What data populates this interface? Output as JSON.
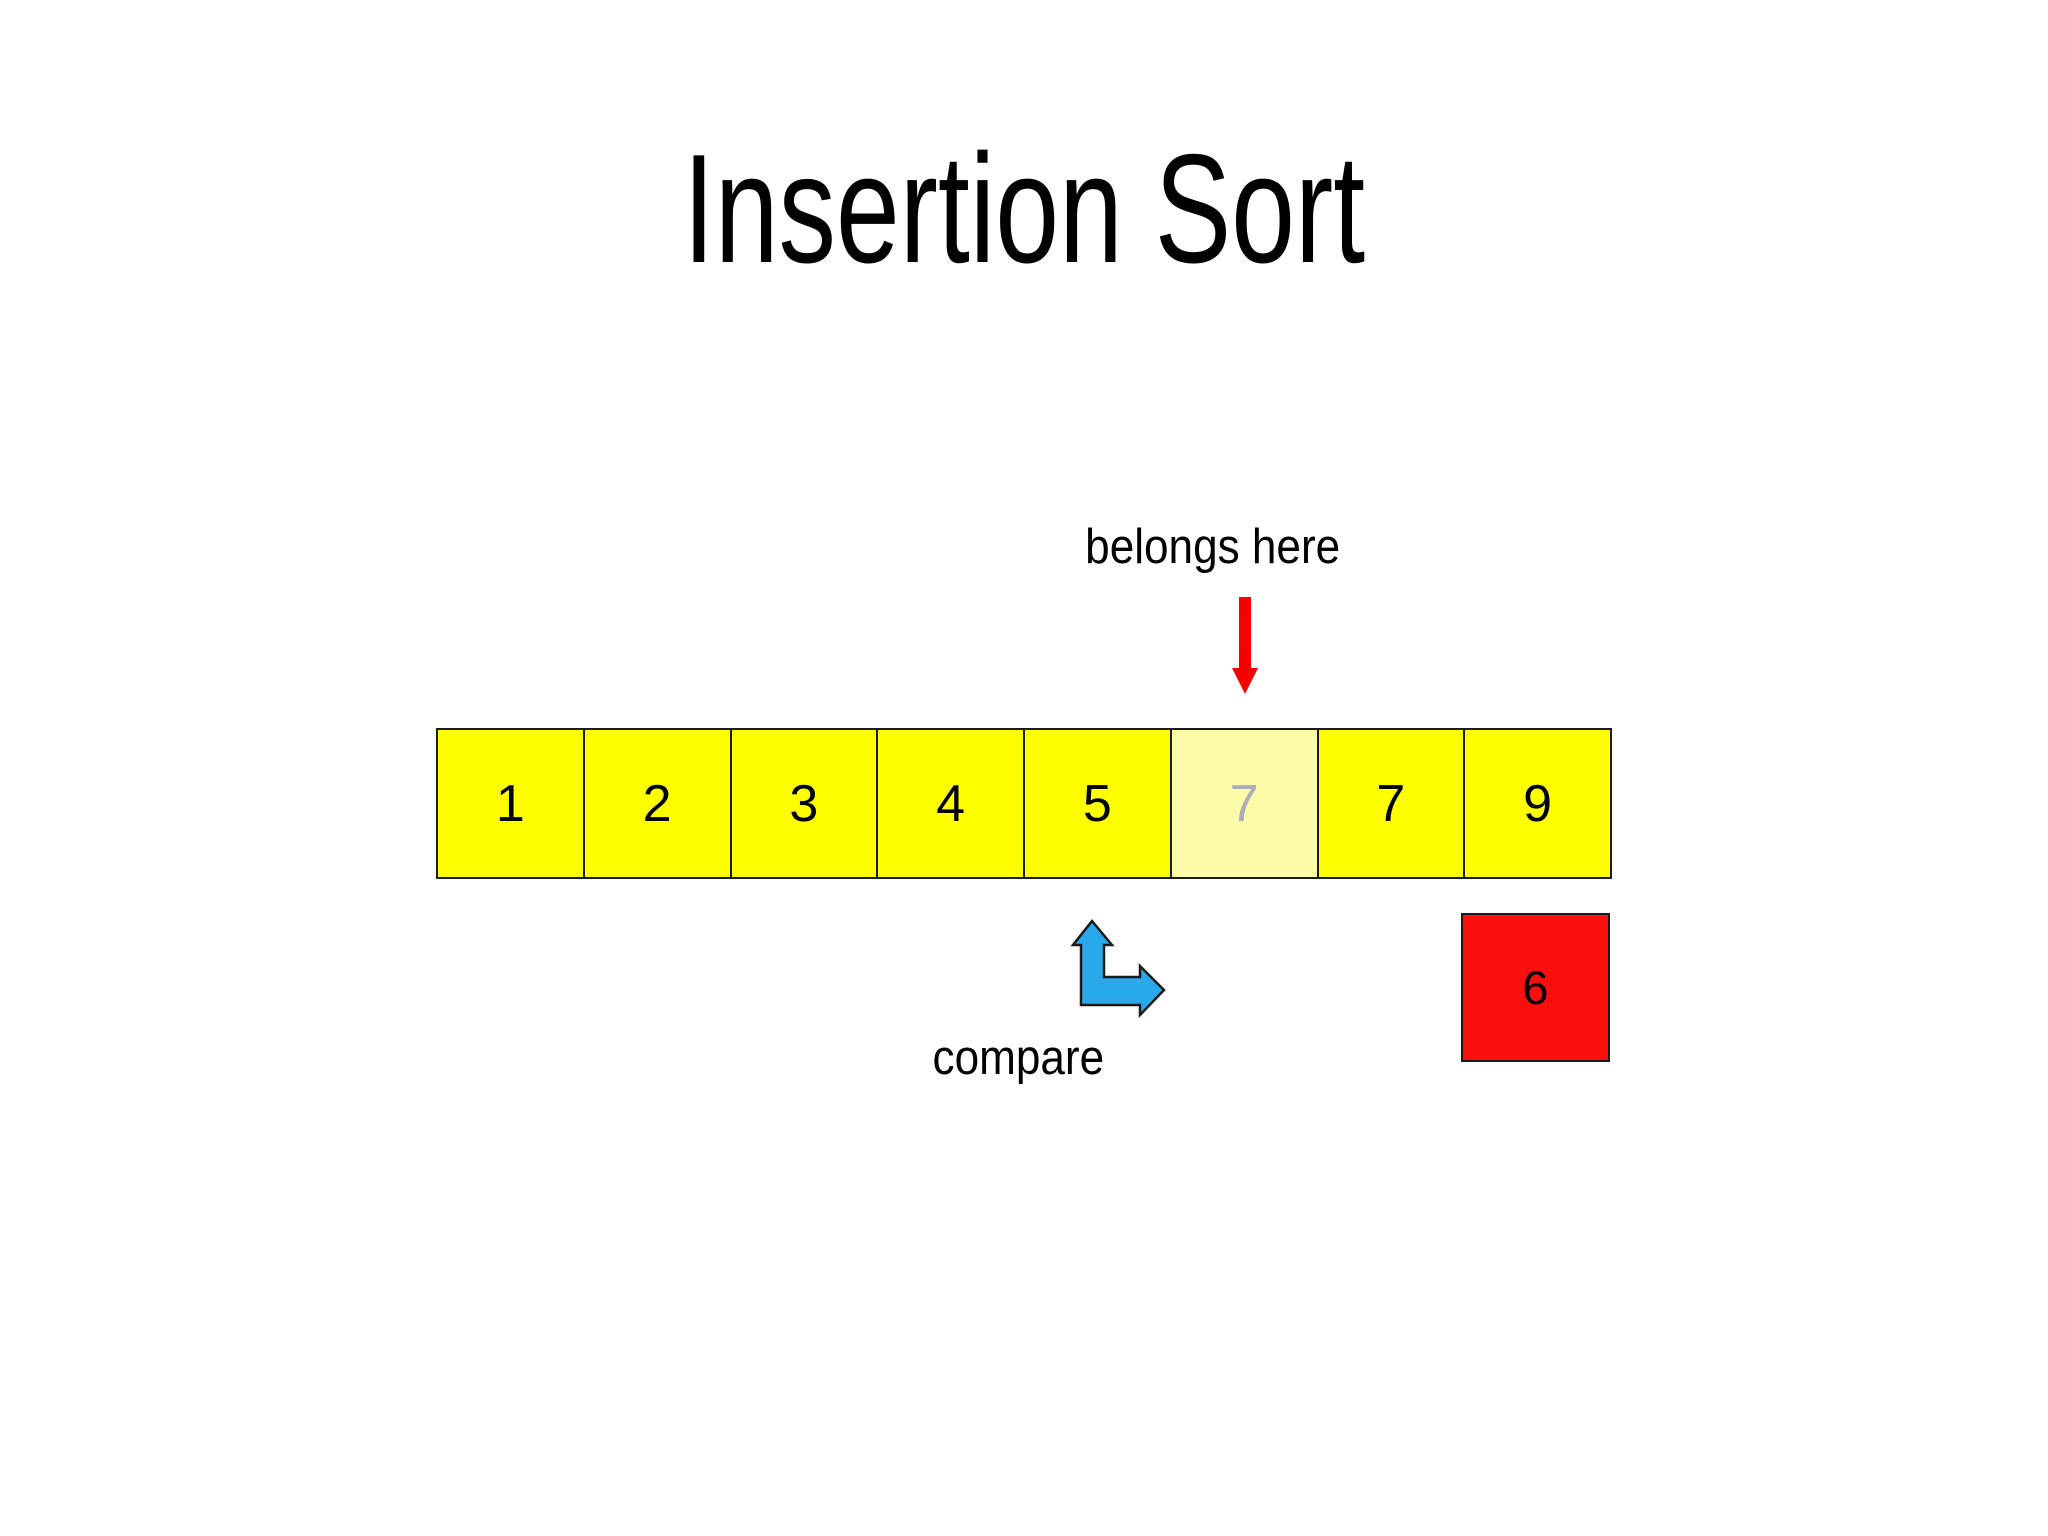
{
  "slide": {
    "title": "Insertion Sort",
    "annotation_belongs": "belongs here",
    "annotation_compare": "compare"
  },
  "array": {
    "cells": [
      {
        "value": "1",
        "state": "sorted"
      },
      {
        "value": "2",
        "state": "sorted"
      },
      {
        "value": "3",
        "state": "sorted"
      },
      {
        "value": "4",
        "state": "sorted"
      },
      {
        "value": "5",
        "state": "sorted"
      },
      {
        "value": "7",
        "state": "faded"
      },
      {
        "value": "7",
        "state": "sorted"
      },
      {
        "value": "9",
        "state": "sorted"
      }
    ]
  },
  "detached_cell": {
    "value": "6"
  },
  "colors": {
    "background": "#FFFFFF",
    "border": "#1A1A1A",
    "cell_yellow": "#FFFF00",
    "cell_faded": "#FBFBA8",
    "faded_text": "#AEACB8",
    "cell_red": "#FA0F0F",
    "arrow_red": "#F80000",
    "arrow_blue": "#29A9EA",
    "text": "#000000"
  }
}
